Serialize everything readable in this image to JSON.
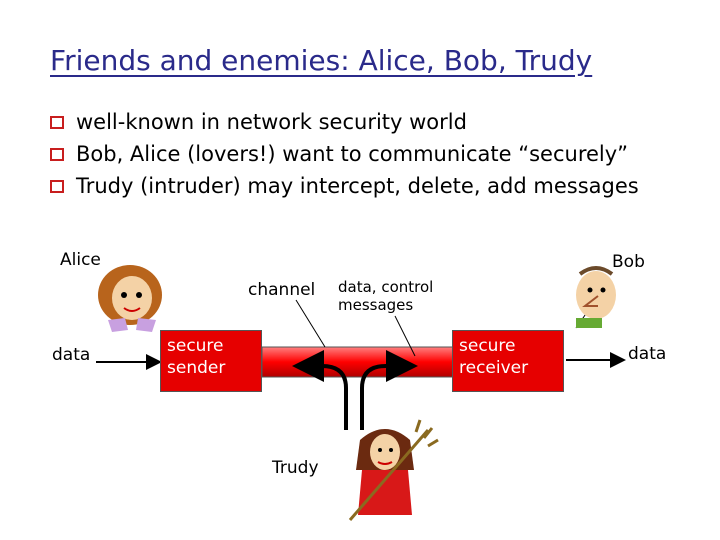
{
  "slide": {
    "title": "Friends and enemies: Alice, Bob, Trudy",
    "bullets": [
      "well-known in network security world",
      "Bob, Alice (lovers!) want to communicate “securely”",
      "Trudy (intruder) may intercept, delete, add messages"
    ]
  },
  "diagram": {
    "alice_label": "Alice",
    "bob_label": "Bob",
    "trudy_label": "Trudy",
    "channel_label": "channel",
    "data_control_label_line1": "data, control",
    "data_control_label_line2": "messages",
    "data_left": "data",
    "data_right": "data",
    "secure_sender_line1": "secure",
    "secure_sender_line2": "sender",
    "secure_receiver_line1": "secure",
    "secure_receiver_line2": "receiver",
    "colors": {
      "title": "#2a2a8a",
      "bullet": "#c81e1e",
      "box": "#e60000"
    }
  }
}
